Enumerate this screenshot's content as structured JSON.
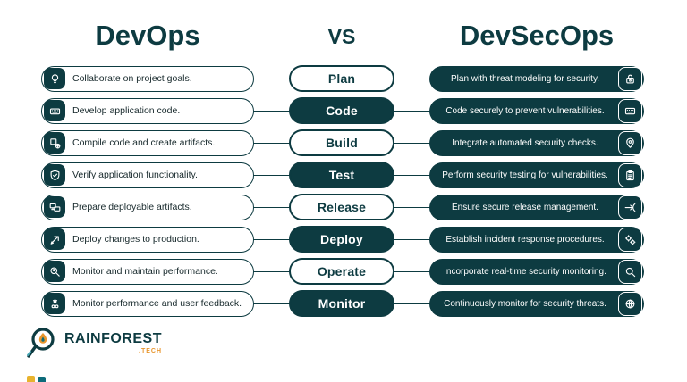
{
  "colors": {
    "dark_teal": "#0d3b41",
    "accent_orange": "#e8962e",
    "white": "#ffffff"
  },
  "header": {
    "devops": "DevOps",
    "vs": "VS",
    "devsecops": "DevSecOps"
  },
  "rows": [
    {
      "stage": "Plan",
      "variant": "outline",
      "devops": "Collaborate on project goals.",
      "devsecops": "Plan with threat modeling for security.",
      "left_icon": "idea-bulb-icon",
      "right_icon": "lock-icon"
    },
    {
      "stage": "Code",
      "variant": "filled",
      "devops": "Develop application code.",
      "devsecops": "Code securely to prevent vulnerabilities.",
      "left_icon": "keyboard-code-icon",
      "right_icon": "secure-keyboard-icon"
    },
    {
      "stage": "Build",
      "variant": "outline",
      "devops": "Compile code and create artifacts.",
      "devsecops": "Integrate automated security checks.",
      "left_icon": "compile-package-icon",
      "right_icon": "security-pin-icon"
    },
    {
      "stage": "Test",
      "variant": "filled",
      "devops": "Verify application functionality.",
      "devsecops": "Perform security testing for vulnerabilities.",
      "left_icon": "shield-check-icon",
      "right_icon": "clipboard-test-icon"
    },
    {
      "stage": "Release",
      "variant": "outline",
      "devops": "Prepare deployable artifacts.",
      "devsecops": "Ensure secure release management.",
      "left_icon": "monitors-icon",
      "right_icon": "release-arrow-icon"
    },
    {
      "stage": "Deploy",
      "variant": "filled",
      "devops": "Deploy changes to production.",
      "devsecops": "Establish incident response procedures.",
      "left_icon": "deploy-pen-icon",
      "right_icon": "gears-icon"
    },
    {
      "stage": "Operate",
      "variant": "outline",
      "devops": "Monitor and maintain performance.",
      "devsecops": "Incorporate real-time security monitoring.",
      "left_icon": "operate-search-icon",
      "right_icon": "magnifier-icon"
    },
    {
      "stage": "Monitor",
      "variant": "filled",
      "devops": "Monitor performance and user feedback.",
      "devsecops": "Continuously monitor for security threats.",
      "left_icon": "feedback-icon",
      "right_icon": "globe-monitor-icon"
    }
  ],
  "logo": {
    "brand": "RAINFOREST",
    "suffix": ".TECH"
  }
}
